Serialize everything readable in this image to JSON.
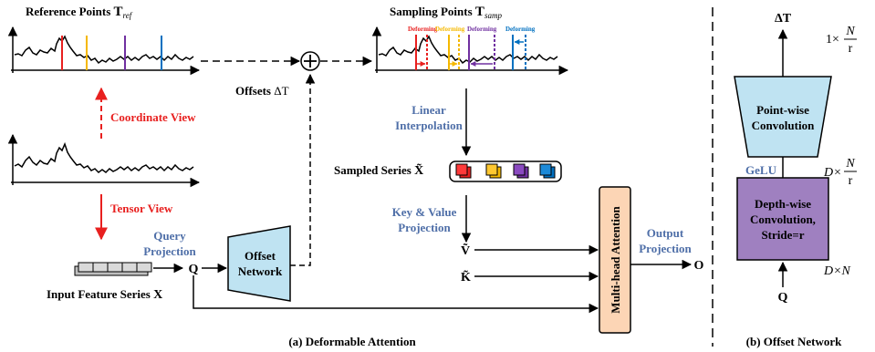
{
  "colors": {
    "red": "#E8201F",
    "blue_text": "#4F6FA8",
    "light_blue": "#BFE3F2",
    "purple": "#9F80C0",
    "peach": "#FCD5B5",
    "orange": "#F5B800",
    "violet": "#7030A0",
    "mid_blue": "#0070C0"
  },
  "left": {
    "ref_title": "Reference Points",
    "ref_symbol": "T",
    "ref_sub": "ref",
    "coord_view": "Coordinate View",
    "tensor_view": "Tensor View",
    "query_proj_1": "Query",
    "query_proj_2": "Projection",
    "q_label": "Q",
    "input_label": "Input Feature Series",
    "input_symbol": "X",
    "offset_net_1": "Offset",
    "offset_net_2": "Network",
    "offsets_label": "Offsets",
    "offsets_symbol": "ΔT"
  },
  "middle": {
    "samp_title": "Sampling Points",
    "samp_symbol": "T",
    "samp_sub": "samp",
    "deforming": [
      "Deforming",
      "Deforming",
      "Deforming",
      "Deforming"
    ],
    "linear_1": "Linear",
    "linear_2": "Interpolation",
    "sampled_label": "Sampled Series",
    "sampled_symbol": "X̃",
    "kv_1": "Key & Value",
    "kv_2": "Projection",
    "v_label": "Ṽ",
    "k_label": "K̃",
    "mha_label": "Multi-head Attention",
    "output_1": "Output",
    "output_2": "Projection",
    "o_label": "O",
    "caption": "(a) Deformable Attention"
  },
  "right": {
    "delta_t": "ΔT",
    "pointwise_1": "Point-wise",
    "pointwise_2": "Convolution",
    "gelu": "GeLU",
    "depthwise_1": "Depth-wise",
    "depthwise_2": "Convolution,",
    "depthwise_3": "Stride=r",
    "q_label": "Q",
    "dim1_prefix": "1×",
    "dim1_num": "N",
    "dim1_den": "r",
    "dim2_prefix": "D×",
    "dim2_num": "N",
    "dim2_den": "r",
    "dim3": "D×N",
    "caption": "(b) Offset Network"
  }
}
